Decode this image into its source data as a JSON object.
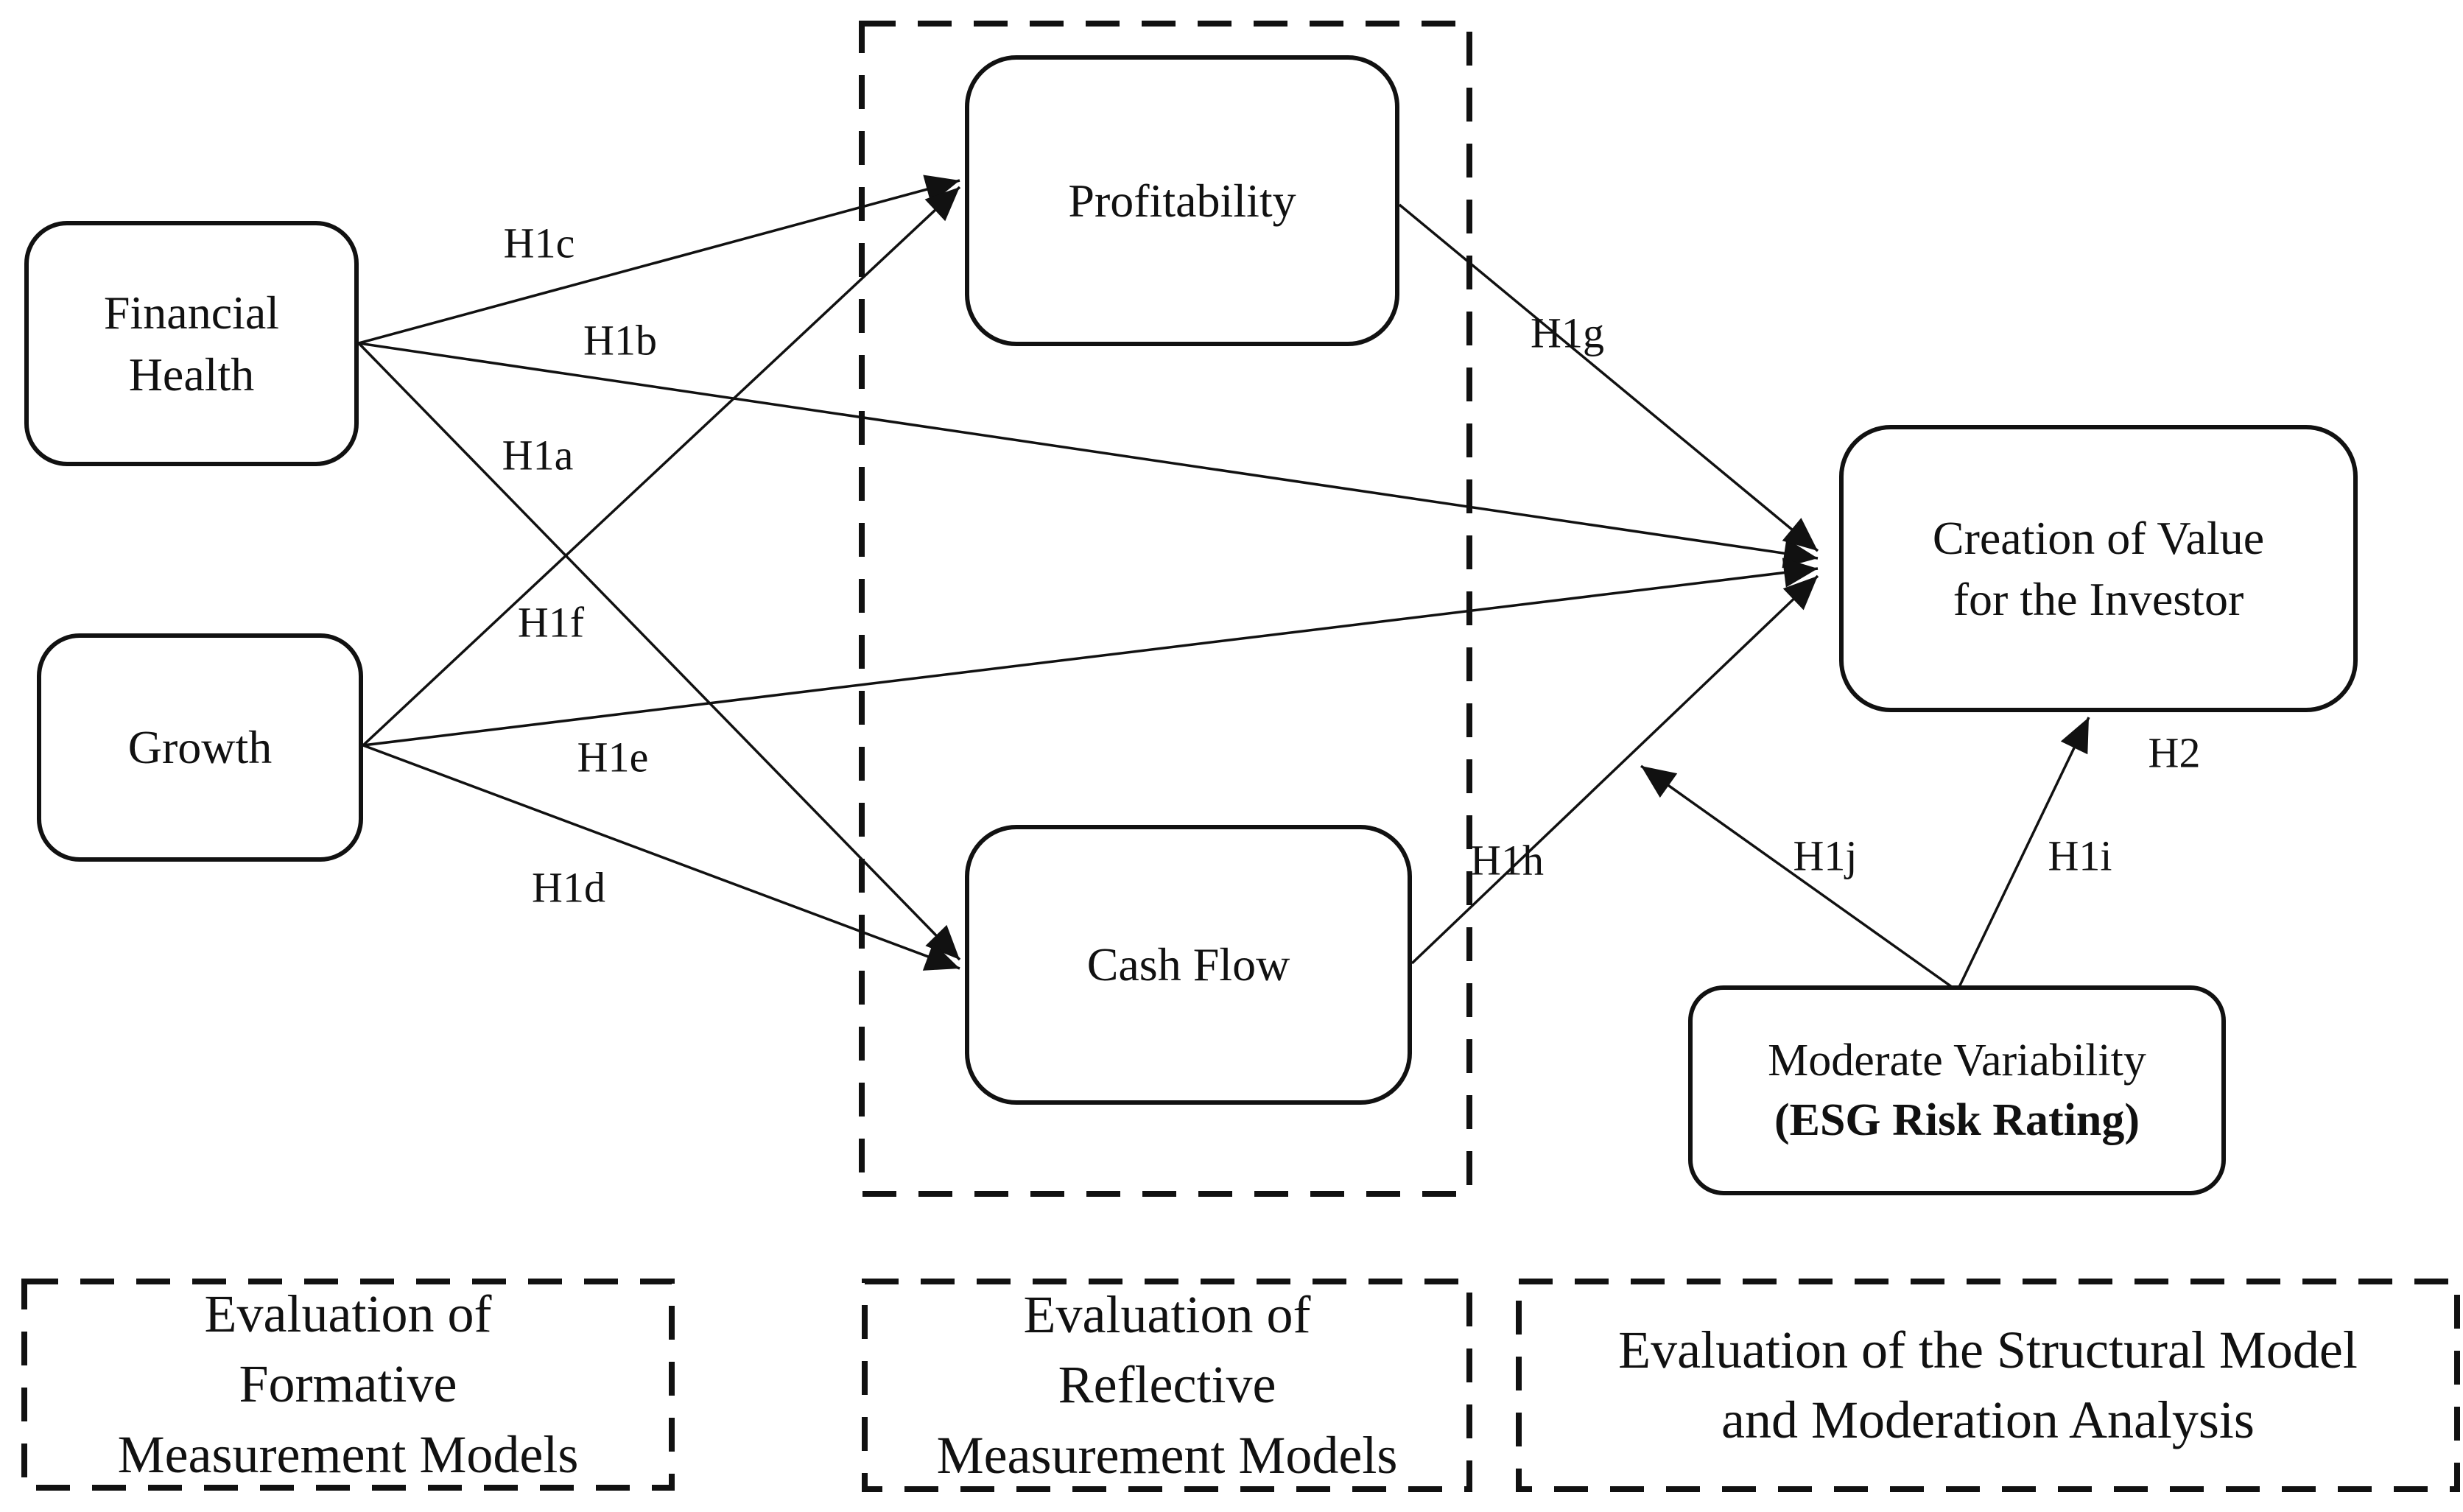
{
  "nodes": {
    "financial_health": {
      "line1": "Financial",
      "line2": "Health"
    },
    "growth": {
      "label": "Growth"
    },
    "profitability": {
      "label": "Profitability"
    },
    "cash_flow": {
      "label": "Cash Flow"
    },
    "creation_of_value": {
      "line1": "Creation of Value",
      "line2": "for the Investor"
    },
    "moderate_variability": {
      "line1": "Moderate Variability",
      "line2": "(ESG Risk Rating)"
    }
  },
  "hypothesis_labels": {
    "h1a": "H1a",
    "h1b": "H1b",
    "h1c": "H1c",
    "h1d": "H1d",
    "h1e": "H1e",
    "h1f": "H1f",
    "h1g": "H1g",
    "h1h": "H1h",
    "h1i": "H1i",
    "h1j": "H1j",
    "h2": "H2"
  },
  "edges": [
    {
      "label": "H1a",
      "from": "Financial Health",
      "to": "Cash Flow"
    },
    {
      "label": "H1b",
      "from": "Financial Health",
      "to": "Creation of Value for the Investor"
    },
    {
      "label": "H1c",
      "from": "Financial Health",
      "to": "Profitability"
    },
    {
      "label": "H1d",
      "from": "Growth",
      "to": "Cash Flow"
    },
    {
      "label": "H1e",
      "from": "Growth",
      "to": "Creation of Value for the Investor"
    },
    {
      "label": "H1f",
      "from": "Growth",
      "to": "Profitability"
    },
    {
      "label": "H1g",
      "from": "Profitability",
      "to": "Creation of Value for the Investor"
    },
    {
      "label": "H1h",
      "from": "Cash Flow",
      "to": "Creation of Value for the Investor"
    },
    {
      "label": "H1i / H2",
      "from": "Moderate Variability (ESG Risk Rating)",
      "to": "Creation of Value for the Investor"
    },
    {
      "label": "H1j",
      "from": "Moderate Variability (ESG Risk Rating)",
      "to": "path Cash Flow → Creation of Value"
    }
  ],
  "sections": {
    "formative": {
      "line1": "Evaluation of",
      "line2": "Formative",
      "line3": "Measurement Models"
    },
    "reflective": {
      "line1": "Evaluation of",
      "line2": "Reflective",
      "line3": "Measurement Models"
    },
    "structural": {
      "line1": "Evaluation of the Structural Model",
      "line2": "and Moderation Analysis"
    }
  },
  "colors": {
    "ink": "#111111",
    "background": "#ffffff"
  }
}
